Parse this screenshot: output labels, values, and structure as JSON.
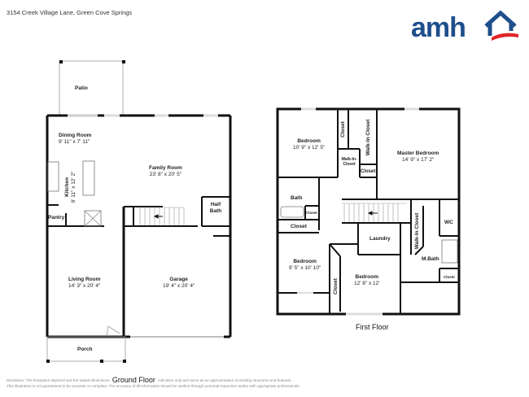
{
  "header": {
    "address": "3154 Creek Village Lane, Green Cove Springs",
    "logo": {
      "text": "amh",
      "icon": "house-roof-icon",
      "brand_color": "#1f4e8c",
      "accent_color": "#e0262b"
    }
  },
  "ground_floor": {
    "title": "Ground Floor",
    "rooms": [
      {
        "name": "Patio",
        "dims": ""
      },
      {
        "name": "Dining Room",
        "dims": "9' 11\" x 7' 11\""
      },
      {
        "name": "Family Room",
        "dims": "23' 8\" x 20' 5\""
      },
      {
        "name": "Kitchen",
        "dims": "9' 11\" x 12' 2\""
      },
      {
        "name": "Pantry",
        "dims": ""
      },
      {
        "name": "Half Bath",
        "dims": ""
      },
      {
        "name": "Living Room",
        "dims": "14' 3\" x 20' 4\""
      },
      {
        "name": "Garage",
        "dims": "19' 4\" x 20' 4\""
      },
      {
        "name": "Porch",
        "dims": ""
      }
    ]
  },
  "first_floor": {
    "title": "First Floor",
    "rooms": [
      {
        "name": "Bedroom",
        "dims": "10' 9\" x 12' 5\""
      },
      {
        "name": "Closet",
        "dims": ""
      },
      {
        "name": "Walk-In Closet",
        "dims": ""
      },
      {
        "name": "Walk-In-Closet",
        "dims": ""
      },
      {
        "name": "Closet",
        "dims": ""
      },
      {
        "name": "Master Bedroom",
        "dims": "14' 9\" x 17' 2\""
      },
      {
        "name": "Bath",
        "dims": ""
      },
      {
        "name": "Closet",
        "dims": ""
      },
      {
        "name": "Closet",
        "dims": ""
      },
      {
        "name": "Bedroom",
        "dims": "9' 5\" x 10' 10\""
      },
      {
        "name": "Laundry",
        "dims": ""
      },
      {
        "name": "Walk-In Closet",
        "dims": ""
      },
      {
        "name": "WC",
        "dims": ""
      },
      {
        "name": "M.Bath",
        "dims": ""
      },
      {
        "name": "Closet",
        "dims": ""
      },
      {
        "name": "Bedroom",
        "dims": "12' 8\" x 12'"
      },
      {
        "name": "Closet",
        "dims": ""
      }
    ]
  },
  "footer": {
    "disclaimer_line1_a": "Disclaimer: The floorplans depicted and the stated dimensions",
    "disclaimer_line1_b": "indicative only and serve as an approximation of existing structures and features.",
    "disclaimer_line2": "This illustration is not guaranteed to be accurate or complete. The accuracy of all information should be verified through personal inspection and/or with appropriate professionals."
  }
}
